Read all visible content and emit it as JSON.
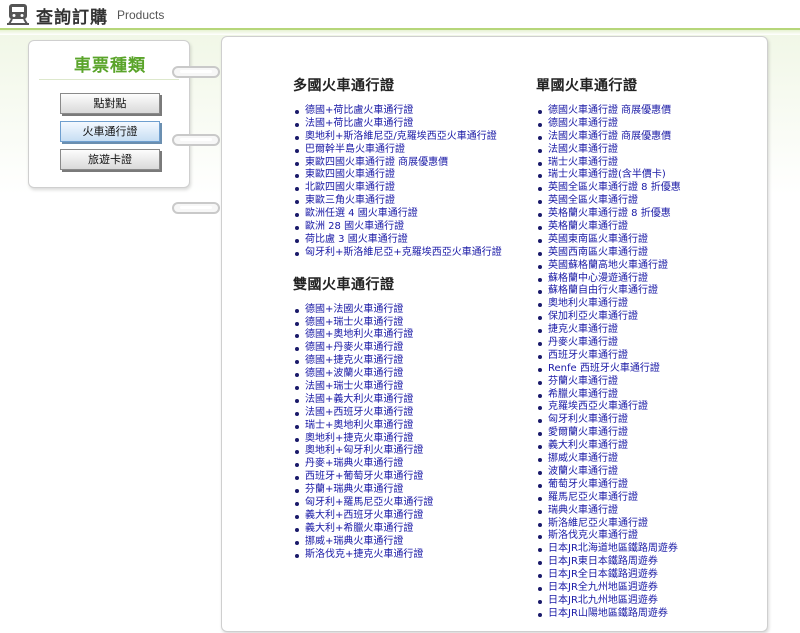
{
  "header": {
    "title": "查詢訂購",
    "subtitle": "Products"
  },
  "sidebar": {
    "title": "車票種類",
    "buttons": [
      {
        "label": "點對點"
      },
      {
        "label": "火車通行證"
      },
      {
        "label": "旅遊卡證"
      }
    ]
  },
  "main": {
    "multi": {
      "heading": "多國火車通行證",
      "items": [
        "德國+荷比盧火車通行證",
        "法國+荷比盧火車通行證",
        "奧地利+斯洛維尼亞/克羅埃西亞火車通行證",
        "巴爾幹半島火車通行證",
        "東歐四國火車通行證 商展優惠價",
        "東歐四國火車通行證",
        "北歐四國火車通行證",
        "東歐三角火車通行證",
        "歐洲任選 4 國火車通行證",
        "歐洲 28 國火車通行證",
        "荷比盧 3 國火車通行證",
        "匈牙利+斯洛維尼亞+克羅埃西亞火車通行證"
      ]
    },
    "dual": {
      "heading": "雙國火車通行證",
      "items": [
        "德國+法國火車通行證",
        "德國+瑞士火車通行證",
        "德國+奧地利火車通行證",
        "德國+丹麥火車通行證",
        "德國+捷克火車通行證",
        "德國+波蘭火車通行證",
        "法國+瑞士火車通行證",
        "法國+義大利火車通行證",
        "法國+西班牙火車通行證",
        "瑞士+奧地利火車通行證",
        "奧地利+捷克火車通行證",
        "奧地利+匈牙利火車通行證",
        "丹麥+瑞典火車通行證",
        "西班牙+葡萄牙火車通行證",
        "芬蘭+瑞典火車通行證",
        "匈牙利+羅馬尼亞火車通行證",
        "義大利+西班牙火車通行證",
        "義大利+希臘火車通行證",
        "挪威+瑞典火車通行證",
        "斯洛伐克+捷克火車通行證"
      ]
    },
    "single": {
      "heading": "單國火車通行證",
      "items": [
        "德國火車通行證 商展優惠價",
        "德國火車通行證",
        "法國火車通行證 商展優惠價",
        "法國火車通行證",
        "瑞士火車通行證",
        "瑞士火車通行證(含半價卡)",
        "英國全區火車通行證 8 折優惠",
        "英國全區火車通行證",
        "英格蘭火車通行證 8 折優惠",
        "英格蘭火車通行證",
        "英國東南區火車通行證",
        "英國西南區火車通行證",
        "英國蘇格蘭高地火車通行證",
        "蘇格蘭中心漫遊通行證",
        "蘇格蘭自由行火車通行證",
        "奧地利火車通行證",
        "保加利亞火車通行證",
        "捷克火車通行證",
        "丹麥火車通行證",
        "西班牙火車通行證",
        "Renfe 西班牙火車通行證",
        "芬蘭火車通行證",
        "希臘火車通行證",
        "克羅埃西亞火車通行證",
        "匈牙利火車通行證",
        "愛爾蘭火車通行證",
        "義大利火車通行證",
        "挪威火車通行證",
        "波蘭火車通行證",
        "葡萄牙火車通行證",
        "羅馬尼亞火車通行證",
        "瑞典火車通行證",
        "斯洛維尼亞火車通行證",
        "斯洛伐克火車通行證",
        "日本JR北海道地區鐵路周遊券",
        "日本JR東日本鐵路周遊券",
        "日本JR全日本鐵路週遊券",
        "日本JR全九州地區週遊券",
        "日本JR北九州地區週遊券",
        "日本JR山陽地區鐵路周遊券"
      ]
    }
  }
}
